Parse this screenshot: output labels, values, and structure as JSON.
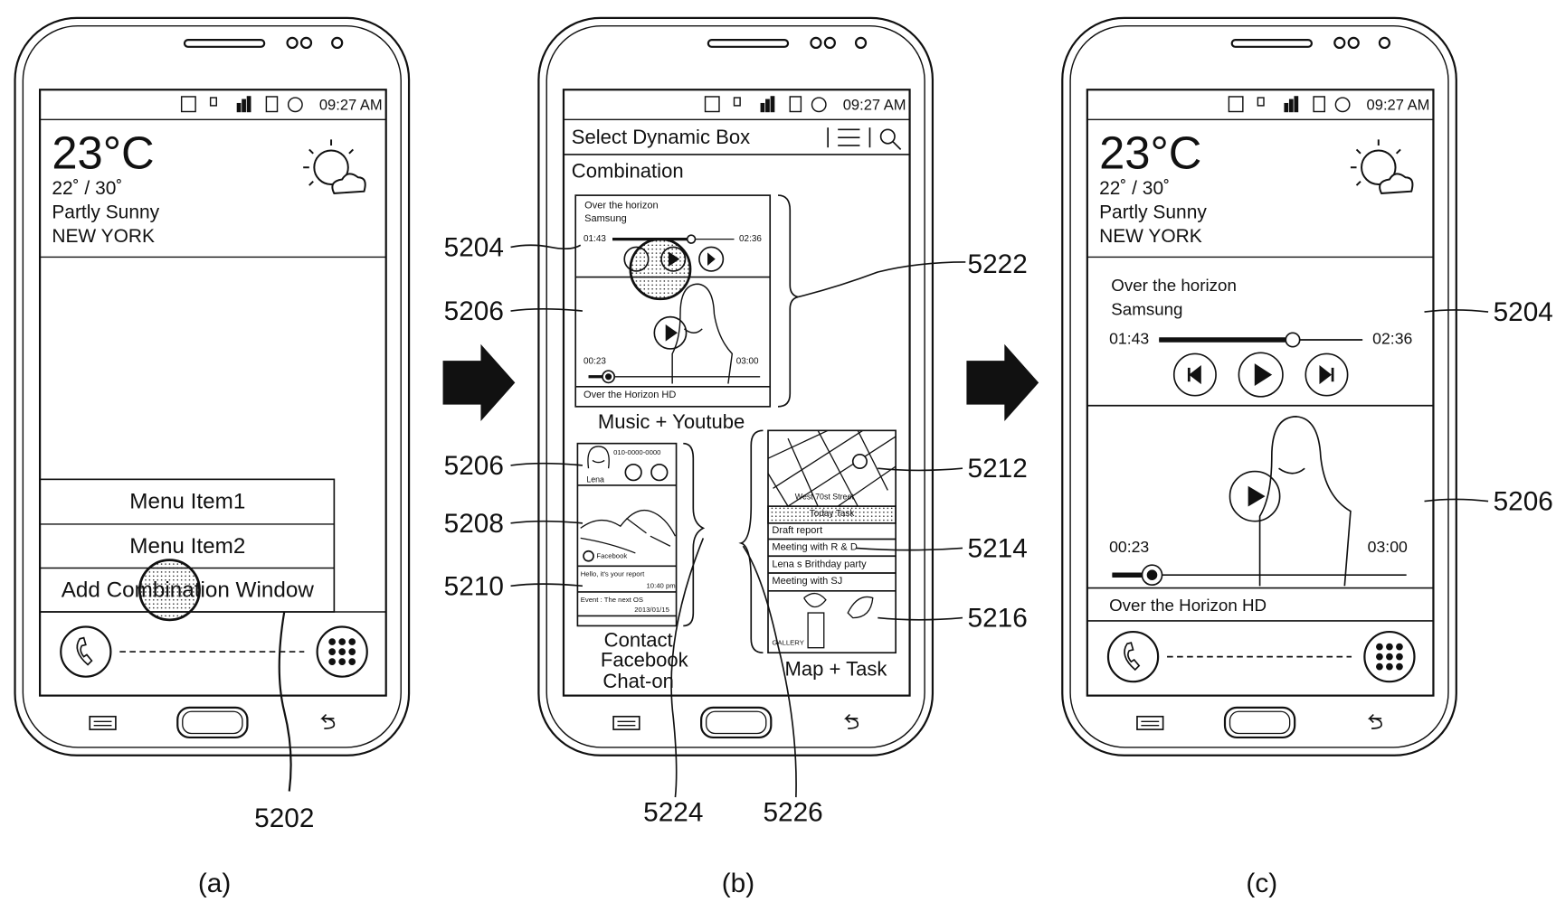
{
  "status_bar": {
    "time": "09:27 AM",
    "icons": [
      "vibrate-icon",
      "3g-icon",
      "signal-icon",
      "battery-icon",
      "alarm-icon"
    ]
  },
  "weather": {
    "temperature": "23°C",
    "range": "22˚ / 30˚",
    "condition": "Partly Sunny",
    "city": "NEW YORK",
    "icon": "partly-sunny-icon"
  },
  "panel_a": {
    "menu_items": [
      "Menu  Item1",
      "Menu  Item2",
      "Add Combination Window"
    ],
    "caption": "(a)"
  },
  "panel_b": {
    "header": "Select Dynamic Box",
    "section": "Combination",
    "music": {
      "title": "Over the horizon",
      "artist": "Samsung",
      "elapsed": "01:43",
      "total": "02:36",
      "progress": 0.66
    },
    "video": {
      "elapsed": "00:23",
      "total": "03:00",
      "title": "Over the Horizon HD",
      "progress": 0.13
    },
    "group1_label": "Music + Youtube",
    "contact": {
      "number": "010-0000-0000",
      "name": "Lena",
      "facebook": "Facebook",
      "message": "Hello, it's your report",
      "message_time": "10:40 pm",
      "event": "Event : The next OS",
      "event_date": "2013/01/15"
    },
    "group2_label": [
      "Contact",
      "Facebook",
      "Chat-on"
    ],
    "map": {
      "street": "West 70st Street",
      "task_header": "Today Task",
      "tasks": [
        "Draft report",
        "Meeting with  R & D",
        "Lena s Brithday party",
        "Meeting with SJ"
      ],
      "gallery": "GALLERY"
    },
    "group3_label": "Map + Task",
    "caption": "(b)"
  },
  "panel_c": {
    "music": {
      "title": "Over the horizon",
      "artist": "Samsung",
      "elapsed": "01:43",
      "total": "02:36",
      "progress": 0.66
    },
    "video": {
      "elapsed": "00:23",
      "total": "03:00",
      "title": "Over the Horizon HD",
      "progress": 0.13
    },
    "caption": "(c)"
  },
  "callouts": {
    "a": [
      "5202"
    ],
    "b": [
      "5204",
      "5206",
      "5206",
      "5208",
      "5210",
      "5222",
      "5212",
      "5214",
      "5216",
      "5224",
      "5226"
    ],
    "c": [
      "5204",
      "5206"
    ]
  }
}
